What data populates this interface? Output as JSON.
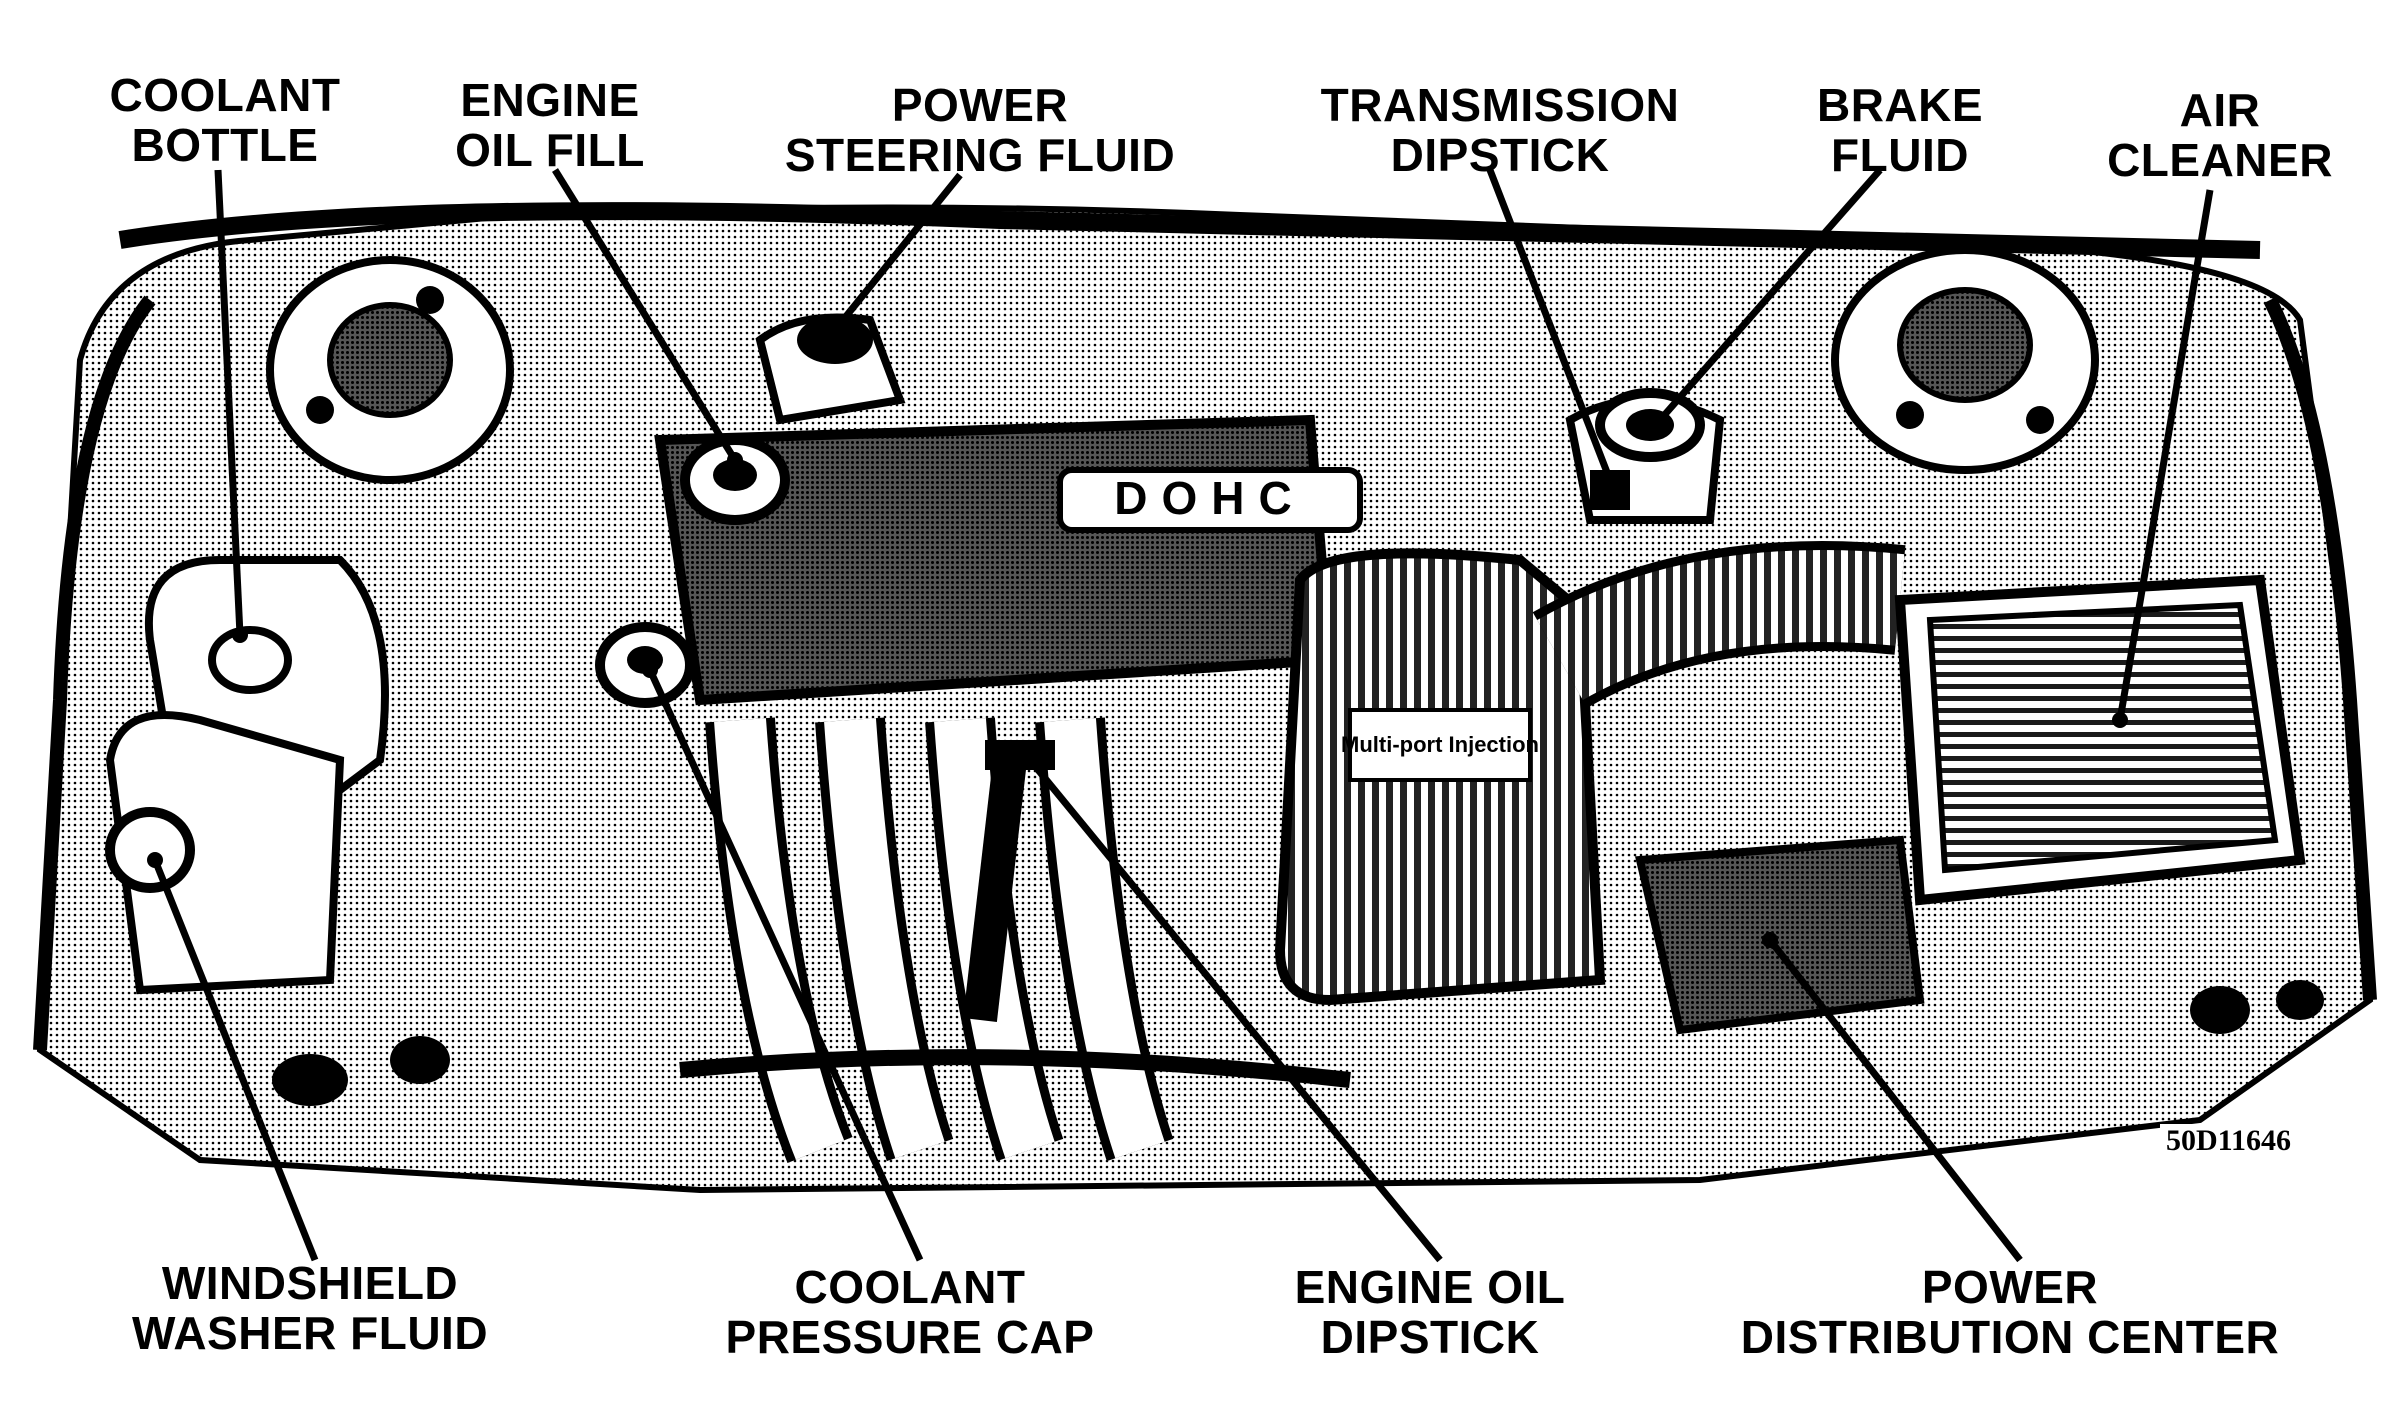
{
  "labels": {
    "coolant_bottle": [
      "COOLANT",
      "BOTTLE"
    ],
    "engine_oil_fill": [
      "ENGINE",
      "OIL FILL"
    ],
    "power_steering_fluid": [
      "POWER",
      "STEERING FLUID"
    ],
    "transmission_dipstick": [
      "TRANSMISSION",
      "DIPSTICK"
    ],
    "brake_fluid": [
      "BRAKE",
      "FLUID"
    ],
    "air_cleaner": [
      "AIR",
      "CLEANER"
    ],
    "windshield_washer_fluid": [
      "WINDSHIELD",
      "WASHER FLUID"
    ],
    "coolant_pressure_cap": [
      "COOLANT",
      "PRESSURE CAP"
    ],
    "engine_oil_dipstick": [
      "ENGINE OIL",
      "DIPSTICK"
    ],
    "power_distribution_center": [
      "POWER",
      "DISTRIBUTION CENTER"
    ]
  },
  "engine_badge": "DOHC",
  "intake_cover_text": "Multi-port Injection",
  "figure_id": "50D11646",
  "colors": {
    "ink": "#000000",
    "paper": "#ffffff",
    "shade": "#bdbdbd"
  }
}
